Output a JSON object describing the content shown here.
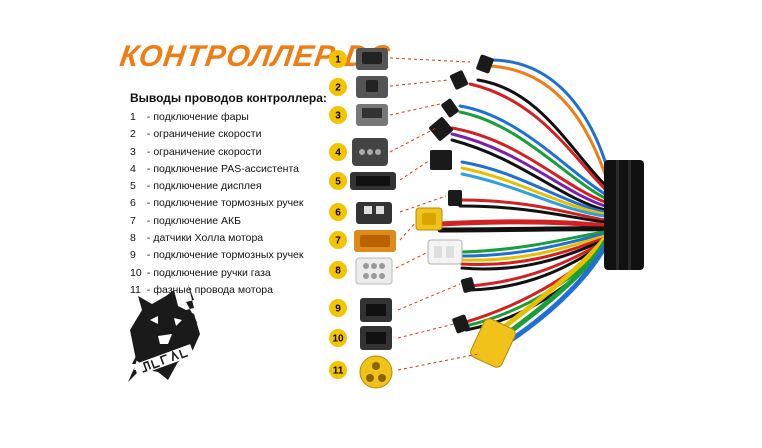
{
  "title": "КОНТРОЛЛЕР DC",
  "subtitle": "Выводы проводов контроллера:",
  "items": [
    {
      "num": "1",
      "label": "- подключение фары"
    },
    {
      "num": "2",
      "label": "- ограничение скорости"
    },
    {
      "num": "3",
      "label": "- ограничение скорости"
    },
    {
      "num": "4",
      "label": "- подключение PAS-ассистента"
    },
    {
      "num": "5",
      "label": "- подключение дисплея"
    },
    {
      "num": "6",
      "label": "- подключение тормозных ручек"
    },
    {
      "num": "7",
      "label": "- подключение АКБ"
    },
    {
      "num": "8",
      "label": "- датчики Холла мотора"
    },
    {
      "num": "9",
      "label": "- подключение тормозных ручек"
    },
    {
      "num": "10",
      "label": "- подключение ручки газа"
    },
    {
      "num": "11",
      "label": "- фазные провода мотора"
    }
  ],
  "badges": [
    "1",
    "2",
    "3",
    "4",
    "5",
    "6",
    "7",
    "8",
    "9",
    "10",
    "11"
  ],
  "logo_text": "ЭЛЕКТРО МЕДВЕДЬ",
  "colors": {
    "accent": "#f07d14",
    "badge": "#f5c400",
    "controller": "#111111"
  }
}
